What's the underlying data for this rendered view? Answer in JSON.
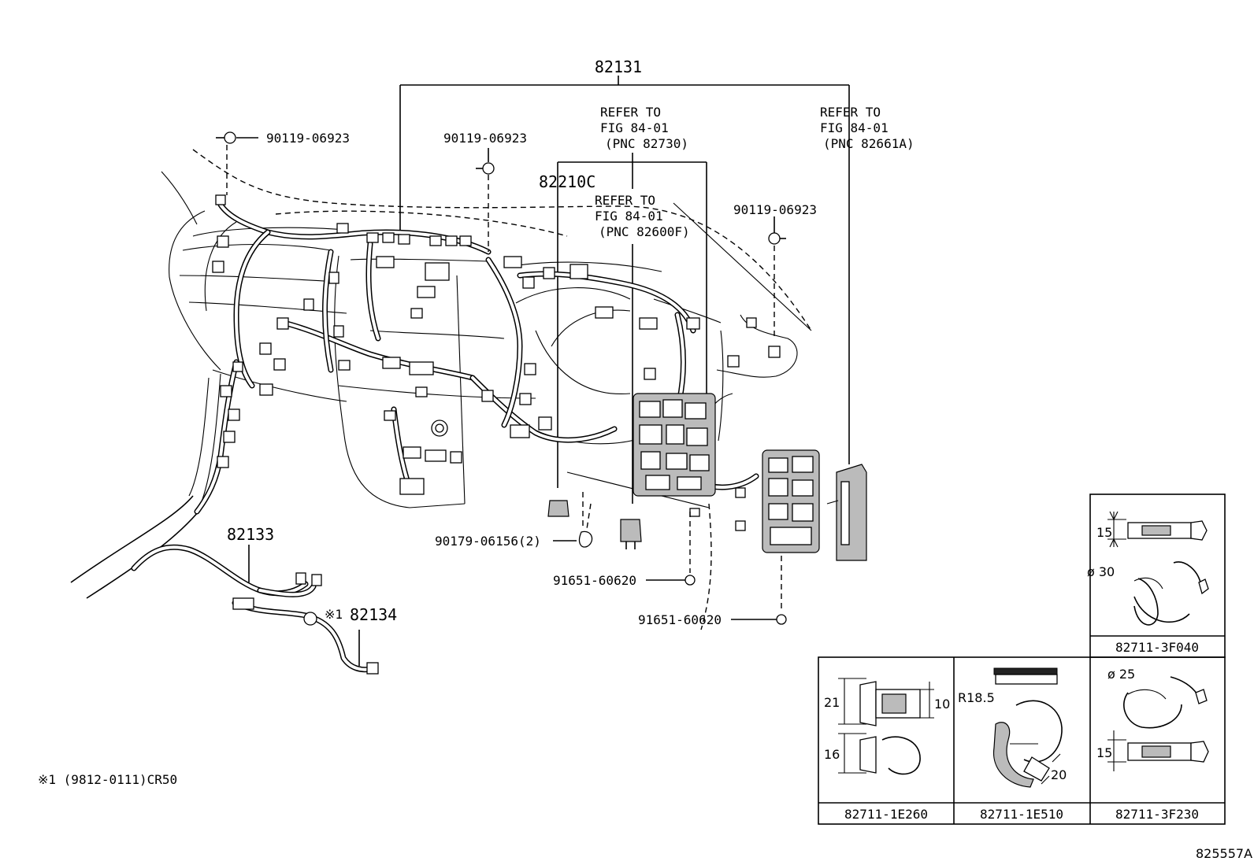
{
  "labels": {
    "main_harness": "82131",
    "refer_82730": [
      "REFER TO",
      "FIG 84-01",
      "(PNC 82730)"
    ],
    "refer_82661a": [
      "REFER TO",
      "FIG 84-01",
      "(PNC 82661A)"
    ],
    "refer_82600f": [
      "REFER TO",
      "FIG 84-01",
      "(PNC 82600F)"
    ],
    "part_82210c": "82210C",
    "bolt_left": "90119-06923",
    "bolt_center": "90119-06923",
    "bolt_right": "90119-06923",
    "clip_90179": "90179-06156(2)",
    "screw_upper": "91651-60620",
    "screw_lower": "91651-60620",
    "harness_82133": "82133",
    "harness_82134_mark": "※1",
    "harness_82134": "82134",
    "footnote": "※1 (9812-0111)CR50",
    "diagram_id": "825557A"
  },
  "clips": {
    "clip_3f040": {
      "part": "82711-3F040",
      "dim_height": "15",
      "dim_dia": "ø 30"
    },
    "clip_1e260": {
      "part": "82711-1E260",
      "dim_a": "21",
      "dim_b": "10",
      "dim_c": "16"
    },
    "clip_1e510": {
      "part": "82711-1E510",
      "dim_radius": "R18.5",
      "dim_width": "20"
    },
    "clip_3f230": {
      "part": "82711-3F230",
      "dim_dia": "ø 25",
      "dim_height": "15"
    }
  }
}
